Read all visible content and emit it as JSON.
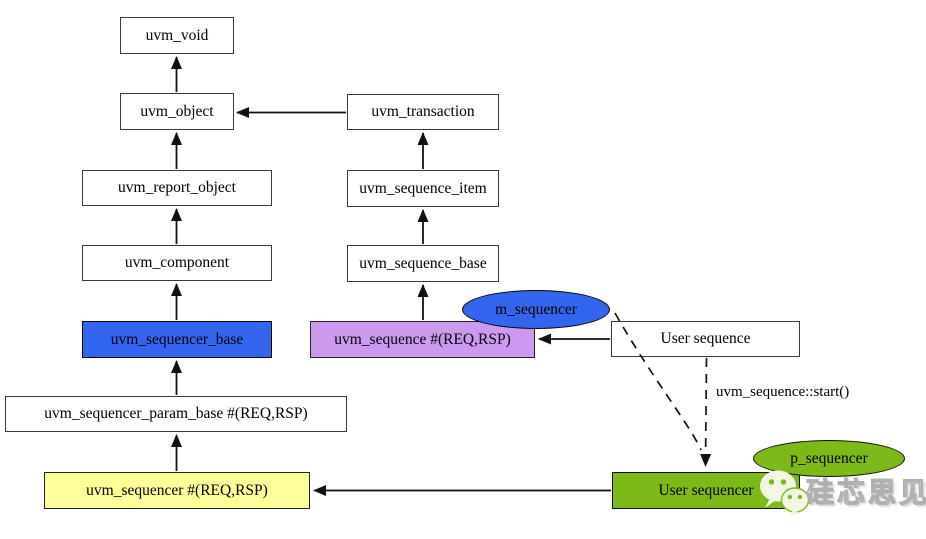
{
  "nodes": {
    "uvm_void": {
      "label": "uvm_void",
      "fill": "#ffffff"
    },
    "uvm_object": {
      "label": "uvm_object",
      "fill": "#ffffff"
    },
    "uvm_transaction": {
      "label": "uvm_transaction",
      "fill": "#ffffff"
    },
    "uvm_report_object": {
      "label": "uvm_report_object",
      "fill": "#ffffff"
    },
    "uvm_sequence_item": {
      "label": "uvm_sequence_item",
      "fill": "#ffffff"
    },
    "uvm_component": {
      "label": "uvm_component",
      "fill": "#ffffff"
    },
    "uvm_sequence_base": {
      "label": "uvm_sequence_base",
      "fill": "#ffffff"
    },
    "uvm_sequencer_base": {
      "label": "uvm_sequencer_base",
      "fill": "#3366ee"
    },
    "uvm_sequence": {
      "label": "uvm_sequence #(REQ,RSP)",
      "fill": "#cc99ee"
    },
    "m_sequencer": {
      "label": "m_sequencer",
      "fill": "#3366ee",
      "shape": "ellipse"
    },
    "user_sequence": {
      "label": "User sequence",
      "fill": "#ffffff"
    },
    "uvm_sequencer_param_base": {
      "label": "uvm_sequencer_param_base #(REQ,RSP)",
      "fill": "#ffffff"
    },
    "uvm_sequencer": {
      "label": "uvm_sequencer #(REQ,RSP)",
      "fill": "#ffff99"
    },
    "user_sequencer": {
      "label": "User sequencer",
      "fill": "#7db918"
    },
    "p_sequencer": {
      "label": "p_sequencer",
      "fill": "#7db918",
      "shape": "ellipse"
    }
  },
  "edges": [
    {
      "from": "uvm_object",
      "to": "uvm_void",
      "style": "solid"
    },
    {
      "from": "uvm_report_object",
      "to": "uvm_object",
      "style": "solid"
    },
    {
      "from": "uvm_component",
      "to": "uvm_report_object",
      "style": "solid"
    },
    {
      "from": "uvm_sequencer_base",
      "to": "uvm_component",
      "style": "solid"
    },
    {
      "from": "uvm_sequencer_param_base",
      "to": "uvm_sequencer_base",
      "style": "solid"
    },
    {
      "from": "uvm_sequencer",
      "to": "uvm_sequencer_param_base",
      "style": "solid"
    },
    {
      "from": "uvm_transaction",
      "to": "uvm_object",
      "style": "solid"
    },
    {
      "from": "uvm_sequence_item",
      "to": "uvm_transaction",
      "style": "solid"
    },
    {
      "from": "uvm_sequence_base",
      "to": "uvm_sequence_item",
      "style": "solid"
    },
    {
      "from": "uvm_sequence",
      "to": "uvm_sequence_base",
      "style": "solid"
    },
    {
      "from": "user_sequence",
      "to": "uvm_sequence",
      "style": "solid"
    },
    {
      "from": "user_sequencer",
      "to": "uvm_sequencer",
      "style": "solid"
    },
    {
      "from": "m_sequencer",
      "to": "user_sequencer",
      "style": "dashed"
    },
    {
      "from": "user_sequence",
      "to": "user_sequencer",
      "style": "dashed",
      "label": "uvm_sequence::start()"
    }
  ],
  "annotations": {
    "start_call_label": "uvm_sequence::start()"
  },
  "watermark": {
    "text": "硅芯思见",
    "icon": "wechat-icon"
  },
  "colors": {
    "background": "#ffffff",
    "arrow": "#111111",
    "box_border": "#383838",
    "class_blue": "#3366ee",
    "class_purple": "#cc99ee",
    "class_yellow": "#ffff99",
    "class_green": "#7db918",
    "watermark_text": "#f7f7f7"
  }
}
